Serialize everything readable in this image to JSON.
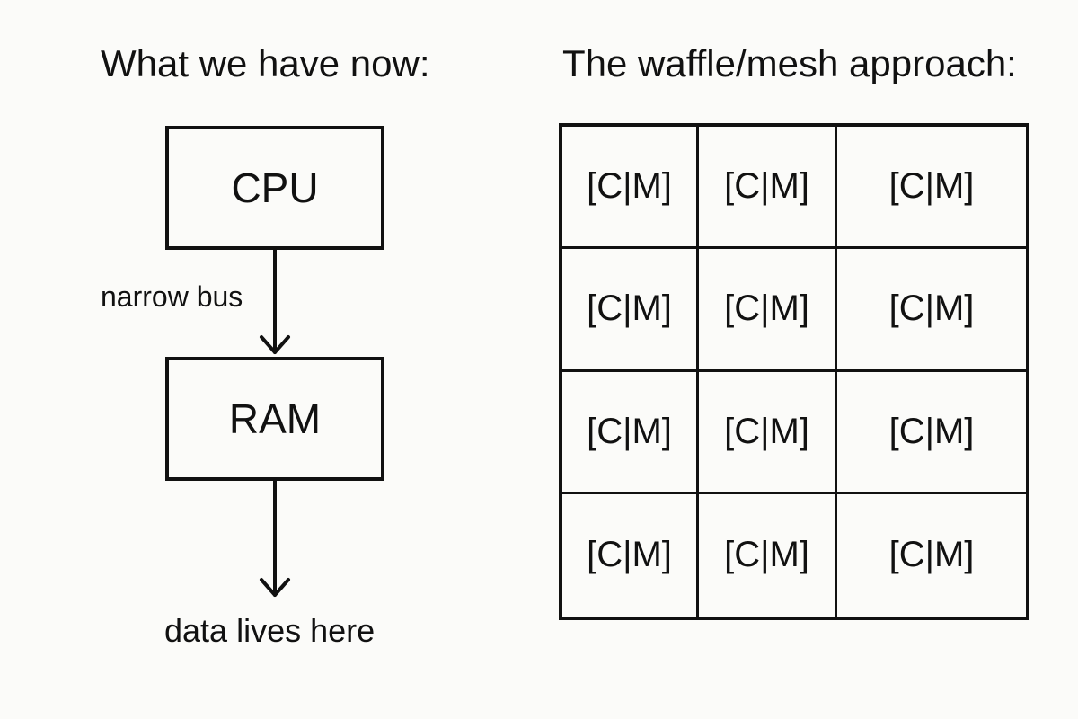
{
  "left": {
    "title": "What we have now:",
    "cpu_label": "CPU",
    "ram_label": "RAM",
    "bus_label": "narrow bus",
    "data_label": "data lives here"
  },
  "right": {
    "title": "The waffle/mesh approach:",
    "cells": [
      [
        "[C|M]",
        "[C|M]",
        "[C|M]"
      ],
      [
        "[C|M]",
        "[C|M]",
        "[C|M]"
      ],
      [
        "[C|M]",
        "[C|M]",
        "[C|M]"
      ],
      [
        "[C|M]",
        "[C|M]",
        "[C|M]"
      ]
    ]
  }
}
